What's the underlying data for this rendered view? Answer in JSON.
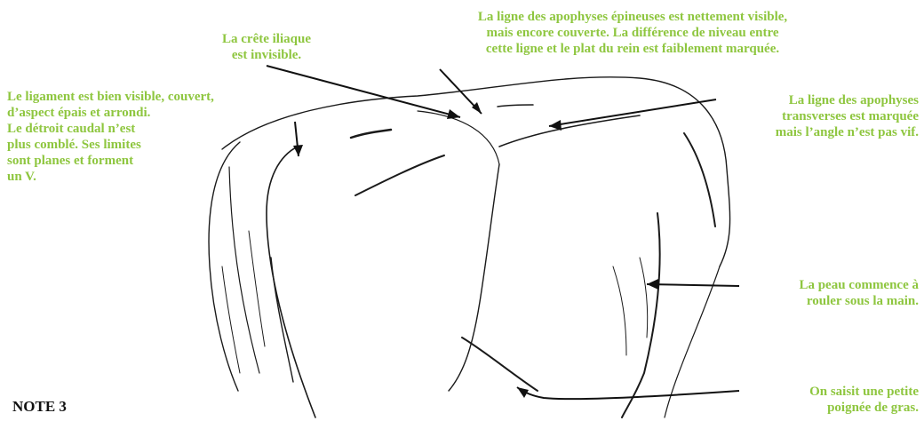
{
  "figure": {
    "note": "NOTE 3",
    "label_color": "#8ec63f",
    "ink_color": "#1a1a1a"
  },
  "labels": {
    "crete_iliaque": "La crête iliaque\nest invisible.",
    "apophyses_epineuses": "La ligne des apophyses épineuses est nettement visible,\nmais encore couverte. La différence de niveau entre\ncette ligne et le plat du rein est faiblement marquée.",
    "ligament": "Le ligament est bien visible, couvert,\nd’aspect épais et arrondi.\nLe détroit caudal n’est\nplus comblé. Ses limites\nsont planes et forment\nun V.",
    "apophyses_transverses": "La ligne des apophyses\ntransverses est marquée\nmais l’angle n’est pas vif.",
    "peau": "La peau commence à\nrouler sous la main.",
    "gras": "On saisit une petite\npoignée de gras."
  }
}
